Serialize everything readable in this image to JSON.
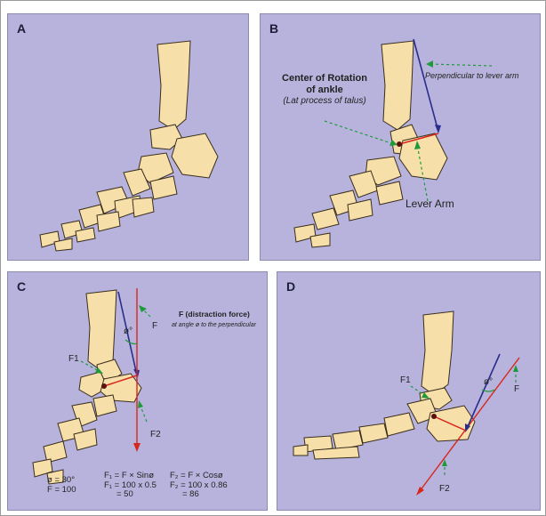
{
  "panels": {
    "a": {
      "label": "A"
    },
    "b": {
      "label": "B",
      "center_title": "Center of Rotation",
      "center_title2": "of ankle",
      "center_sub": "(Lat process of talus)",
      "perpendicular": "Perpendicular to lever arm",
      "lever_arm": "Lever Arm"
    },
    "c": {
      "label": "C",
      "f_label": "F",
      "f_desc": "F (distraction force)",
      "f_sub": "at angle ø to the perpendicular",
      "angle": "ø°",
      "f1": "F1",
      "f2": "F2",
      "formulas": {
        "col1": [
          "ø = 30°",
          "F = 100"
        ],
        "col2": [
          "F₁ = F × Sinø",
          "F₁ = 100 x 0.5",
          "= 50"
        ],
        "col3": [
          "F₂ = F × Cosø",
          "F₂ = 100 x 0.86",
          "= 86"
        ]
      }
    },
    "d": {
      "label": "D",
      "f_label": "F",
      "angle": "ø°",
      "f1": "F1",
      "f2": "F2"
    }
  },
  "colors": {
    "panel_bg": "#b7b3dc",
    "bone": "#f7dfaa",
    "force_blue": "#2a2d8c",
    "force_red": "#d8261c",
    "guide_green": "#1f9a3a"
  }
}
